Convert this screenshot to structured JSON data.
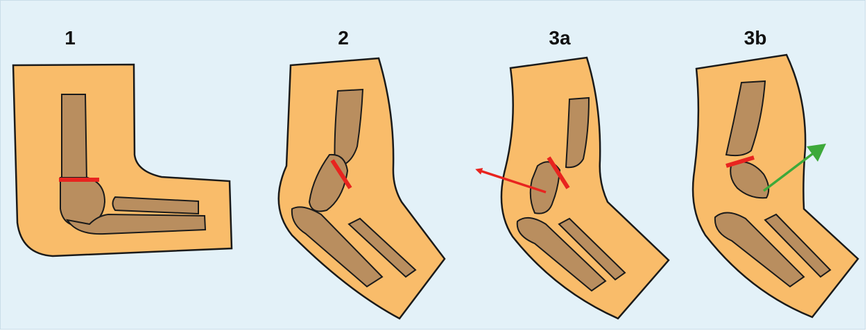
{
  "panels": [
    {
      "label": "1"
    },
    {
      "label": "2"
    },
    {
      "label": "3a"
    },
    {
      "label": "3b"
    }
  ],
  "colors": {
    "background": "#e3f1f8",
    "skin": "#f9bc6a",
    "bone": "#b98e5f",
    "outline": "#1a1a1a",
    "fracture_line": "#e8241f",
    "arrow_posterior": "#e8241f",
    "arrow_anterior": "#3da93a"
  }
}
